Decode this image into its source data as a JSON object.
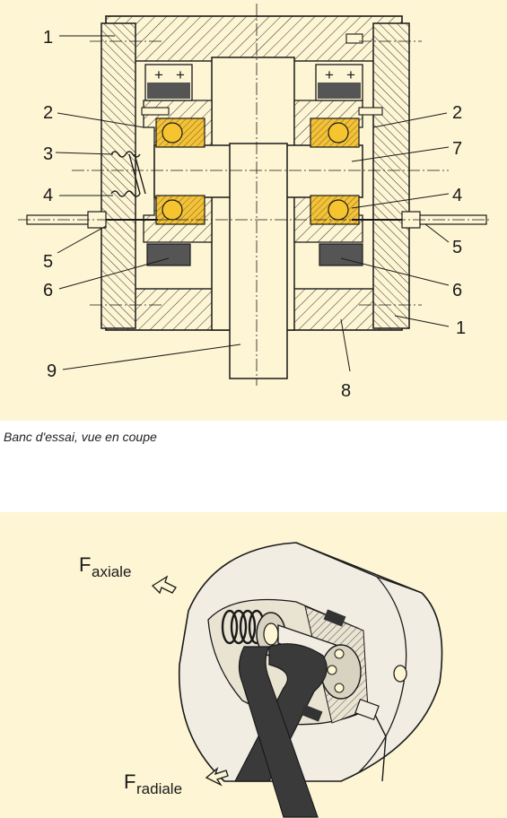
{
  "figure_top": {
    "caption": "Banc d'essai, vue en coupe",
    "labels": {
      "l1a": "1",
      "l1b": "1",
      "l2a": "2",
      "l2b": "2",
      "l3": "3",
      "l4a": "4",
      "l4b": "4",
      "l5a": "5",
      "l5b": "5",
      "l6a": "6",
      "l6b": "6",
      "l7": "7",
      "l8": "8",
      "l9": "9"
    },
    "magnet_signs": [
      "+",
      "+",
      "+",
      "+"
    ]
  },
  "figure_bottom": {
    "force_axial_main": "F",
    "force_axial_sub": "axiale",
    "force_radial_main": "F",
    "force_radial_sub": "radiale"
  },
  "colors": {
    "background": "#fdf5d3",
    "bearing": "#f2c23a",
    "ball": "#f6c42f",
    "magnet": "#555555",
    "line": "#1a1a1a"
  }
}
